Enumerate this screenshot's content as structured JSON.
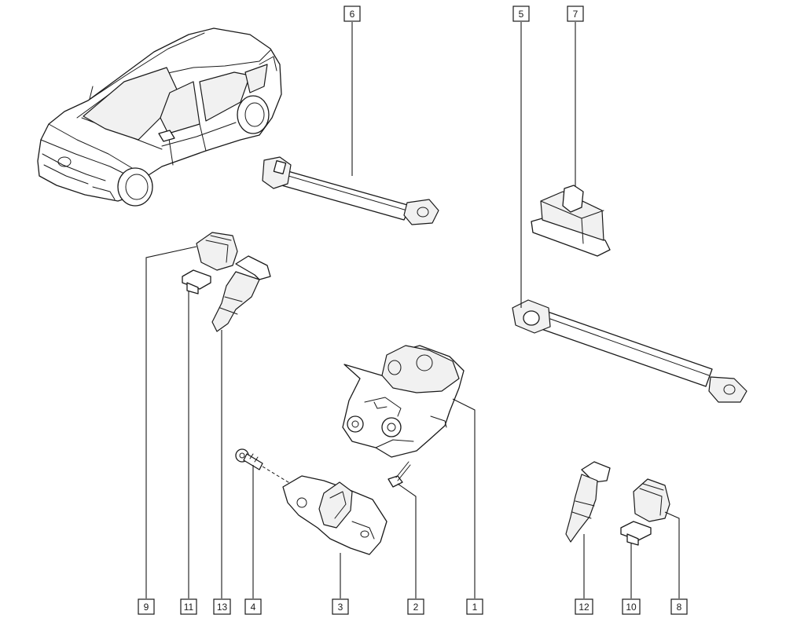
{
  "callouts": [
    {
      "id": "c9",
      "label": "9"
    },
    {
      "id": "c11",
      "label": "11"
    },
    {
      "id": "c13",
      "label": "13"
    },
    {
      "id": "c4",
      "label": "4"
    },
    {
      "id": "c3",
      "label": "3"
    },
    {
      "id": "c2",
      "label": "2"
    },
    {
      "id": "c1",
      "label": "1"
    },
    {
      "id": "c12",
      "label": "12"
    },
    {
      "id": "c10",
      "label": "10"
    },
    {
      "id": "c8",
      "label": "8"
    },
    {
      "id": "c6",
      "label": "6"
    },
    {
      "id": "c5",
      "label": "5"
    },
    {
      "id": "c7",
      "label": "7"
    }
  ]
}
